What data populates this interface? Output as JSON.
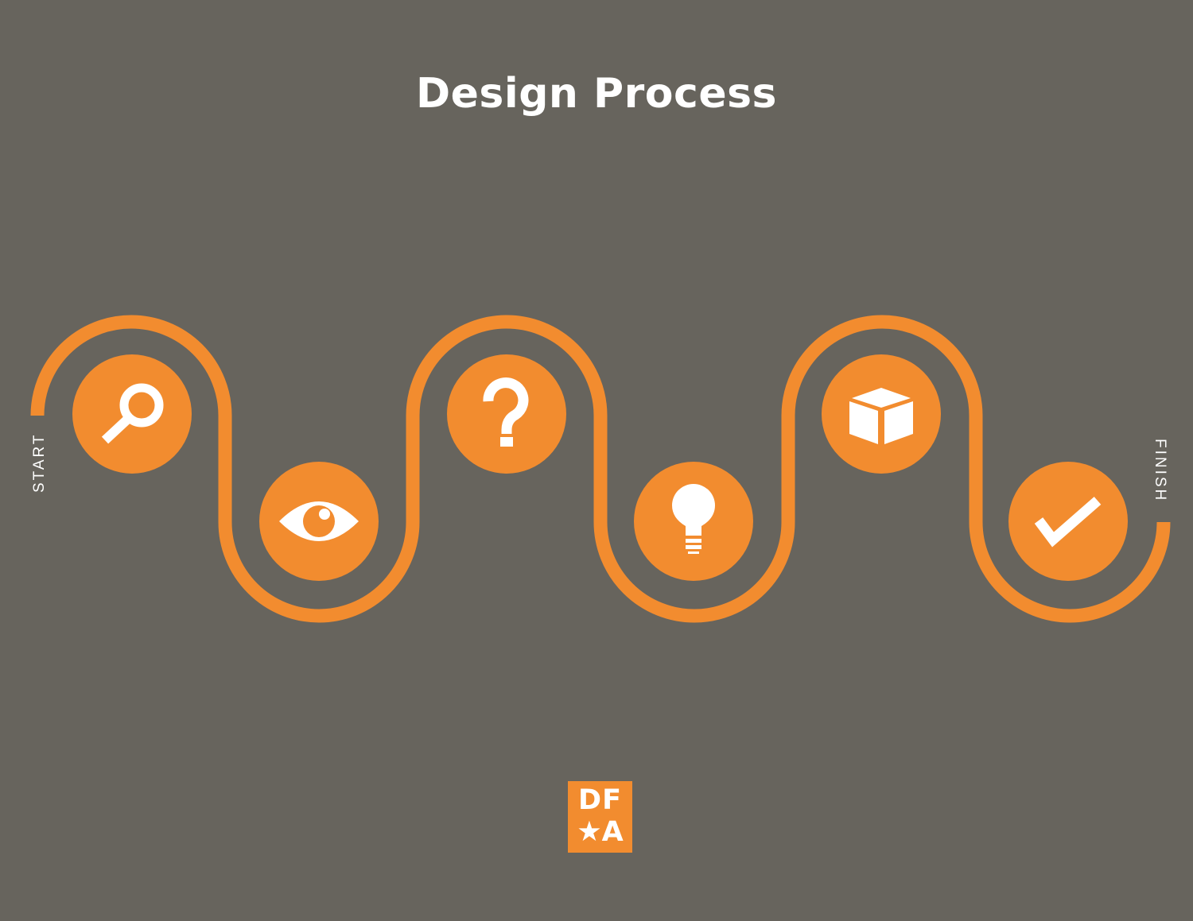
{
  "title": "Design Process",
  "start_label": "START",
  "finish_label": "FINISH",
  "steps": [
    {
      "icon": "magnifier-icon"
    },
    {
      "icon": "eye-icon"
    },
    {
      "icon": "question-mark-icon"
    },
    {
      "icon": "lightbulb-icon"
    },
    {
      "icon": "box-icon"
    },
    {
      "icon": "checkmark-icon"
    }
  ],
  "logo": {
    "row1": "DF",
    "row2": "★A"
  },
  "colors": {
    "background": "#67645d",
    "accent": "#f28c2f",
    "icon": "#ffffff"
  }
}
